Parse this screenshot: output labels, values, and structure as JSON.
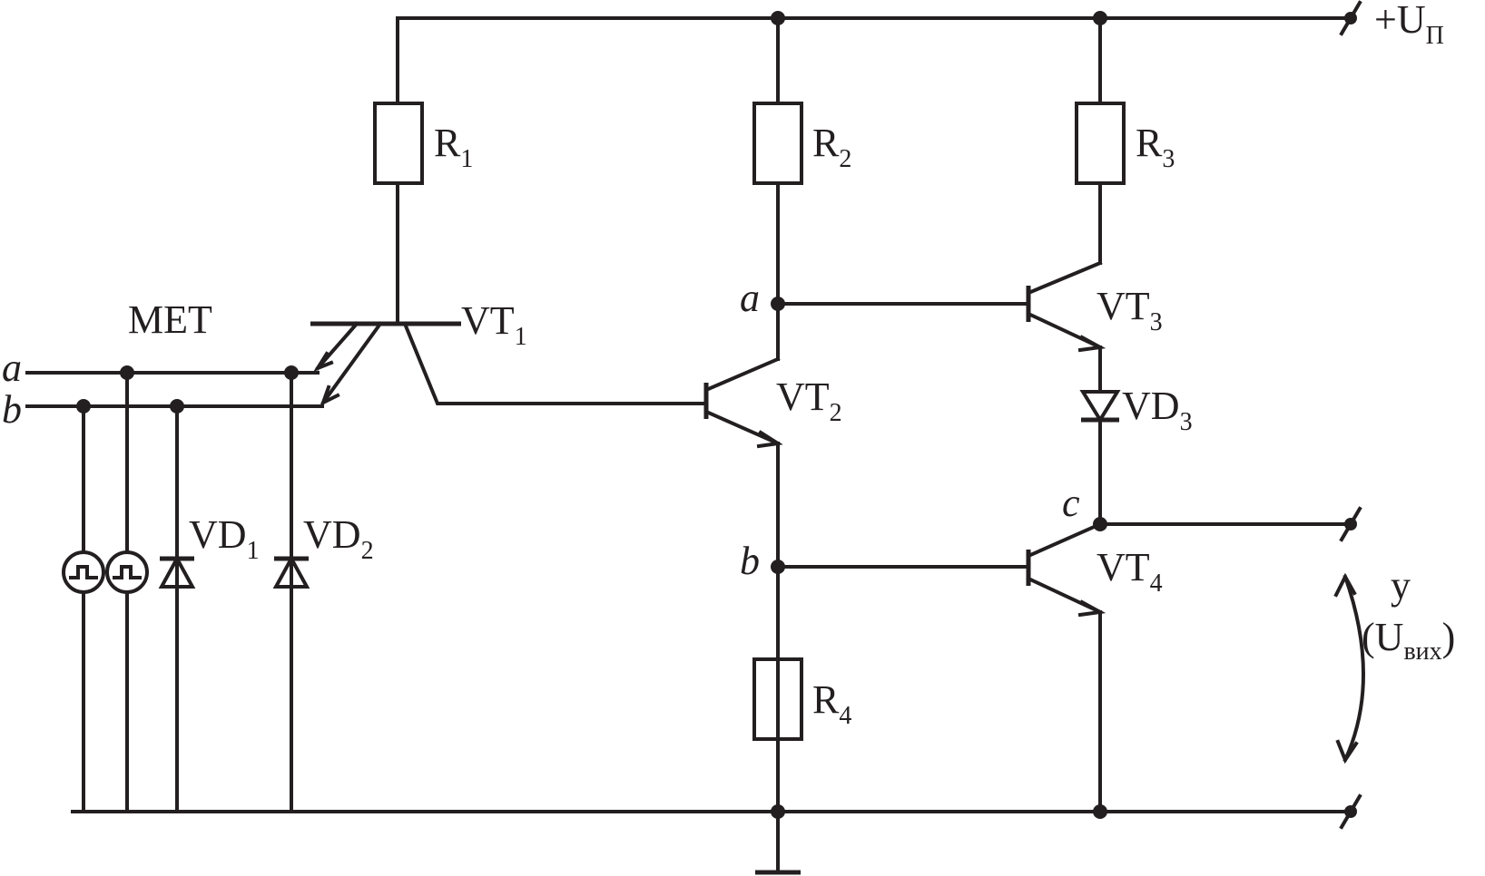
{
  "diagram": {
    "resistors": [
      "R",
      "R",
      "R",
      "R"
    ],
    "resistor_subs": [
      "1",
      "2",
      "3",
      "4"
    ],
    "transistors": [
      "VT",
      "VT",
      "VT",
      "VT"
    ],
    "transistor_subs": [
      "1",
      "2",
      "3",
      "4"
    ],
    "diodes": [
      "VD",
      "VD",
      "VD"
    ],
    "diode_subs": [
      "1",
      "2",
      "3"
    ],
    "met_label": "MET",
    "inputs": [
      "a",
      "b"
    ],
    "nodes": [
      "a",
      "b",
      "c"
    ],
    "supply": "+U",
    "supply_sub": "П",
    "output_y": "y",
    "output_u_open": "(U",
    "output_u_sub": "вих",
    "output_u_close": ")",
    "colors": {
      "line": "#231f20",
      "background": "#ffffff"
    }
  }
}
